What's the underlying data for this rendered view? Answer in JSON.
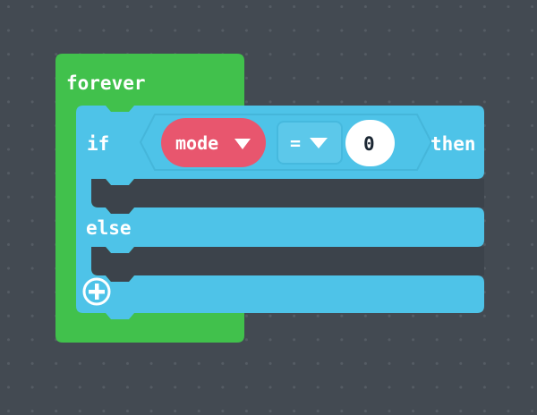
{
  "editor": {
    "name": "blocks-workspace",
    "background_color": "#434a52",
    "grid_dot_color": "#555c64"
  },
  "colors": {
    "loop_green": "#41c14c",
    "logic_blue": "#4ec3e8",
    "logic_blue_dark": "#3fb4dc",
    "variable_red": "#e8566e",
    "variable_red_dark": "#d44861",
    "field_white": "#ffffff",
    "number_text": "#1b2733",
    "slot_dark": "#3c434b"
  },
  "blocks": {
    "forever": {
      "label": "forever",
      "type": "loop-block"
    },
    "if_else": {
      "if_label": "if",
      "then_label": "then",
      "else_label": "else",
      "add_label": "+",
      "type": "conditional-block"
    },
    "comparison": {
      "operator": "=",
      "operator_dropdown_arrow": "▼",
      "type": "comparison-block"
    },
    "variable": {
      "name": "mode",
      "dropdown_arrow": "▼",
      "type": "variable-reporter"
    },
    "number": {
      "value": "0",
      "type": "number-literal"
    }
  },
  "slots": [
    {
      "name": "if-body-slot",
      "state": "empty"
    },
    {
      "name": "else-body-slot",
      "state": "empty"
    }
  ]
}
